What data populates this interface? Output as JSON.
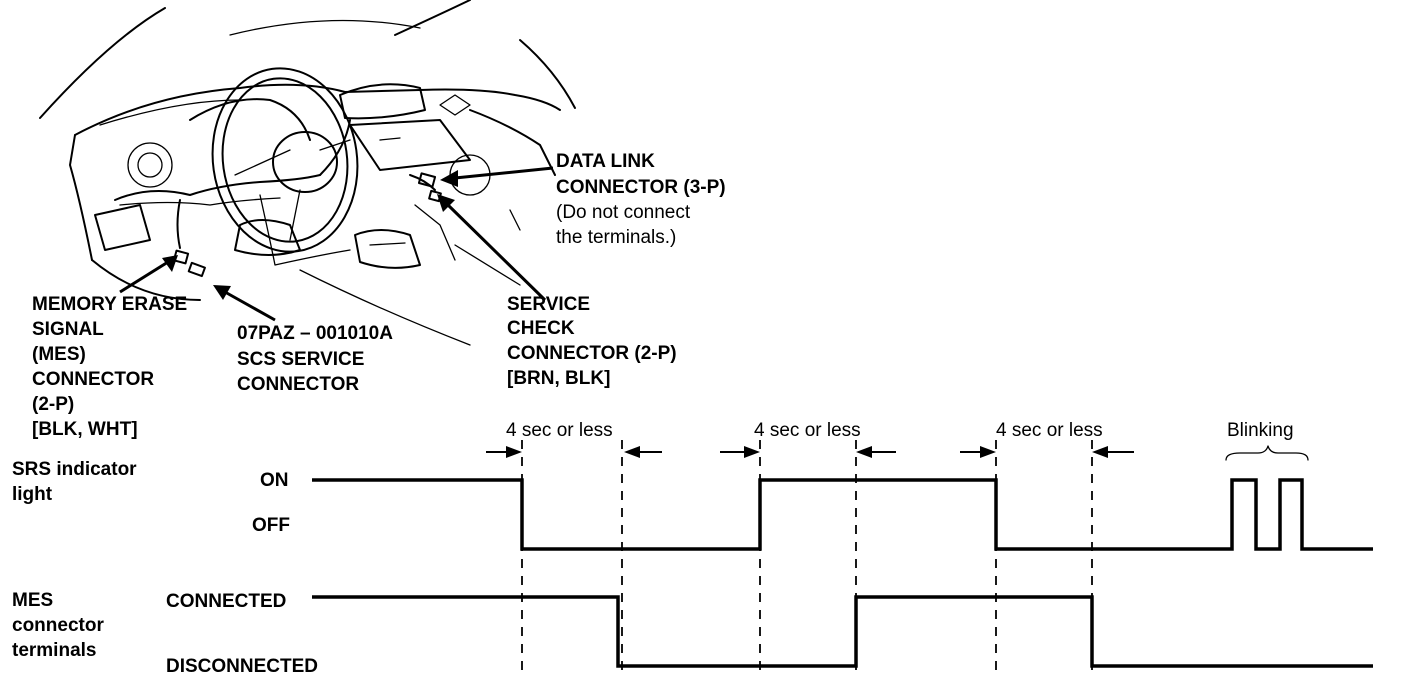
{
  "labels": {
    "data_link_line1": "DATA LINK",
    "data_link_line2": "CONNECTOR (3-P)",
    "data_link_note1": "(Do not connect",
    "data_link_note2": "the terminals.)",
    "mes_line1": "MEMORY ERASE",
    "mes_line2": "SIGNAL",
    "mes_line3": "(MES)",
    "mes_line4": "CONNECTOR",
    "mes_line5": "(2-P)",
    "mes_line6": "[BLK, WHT]",
    "scs_line1": "07PAZ – 001010A",
    "scs_line2": "SCS SERVICE",
    "scs_line3": "CONNECTOR",
    "svc_line1": "SERVICE",
    "svc_line2": "CHECK",
    "svc_line3": "CONNECTOR (2-P)",
    "svc_line4": "[BRN, BLK]"
  },
  "timing": {
    "srs_label_line1": "SRS indicator",
    "srs_label_line2": "light",
    "srs_on": "ON",
    "srs_off": "OFF",
    "mes_label_line1": "MES",
    "mes_label_line2": "connector",
    "mes_label_line3": "terminals",
    "mes_connected": "CONNECTED",
    "mes_disconnected": "DISCONNECTED",
    "interval1": "4 sec or less",
    "interval2": "4 sec or less",
    "interval3": "4 sec or less",
    "blinking": "Blinking"
  }
}
